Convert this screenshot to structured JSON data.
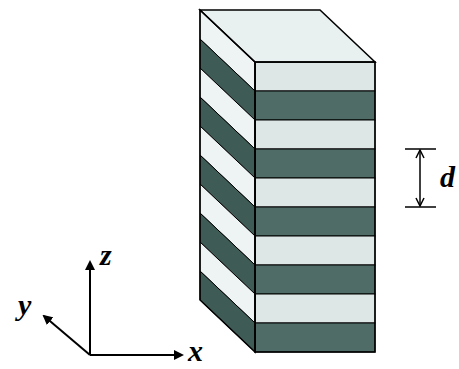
{
  "diagram": {
    "labels": [
      "z",
      "y",
      "x",
      "d"
    ]
  }
}
